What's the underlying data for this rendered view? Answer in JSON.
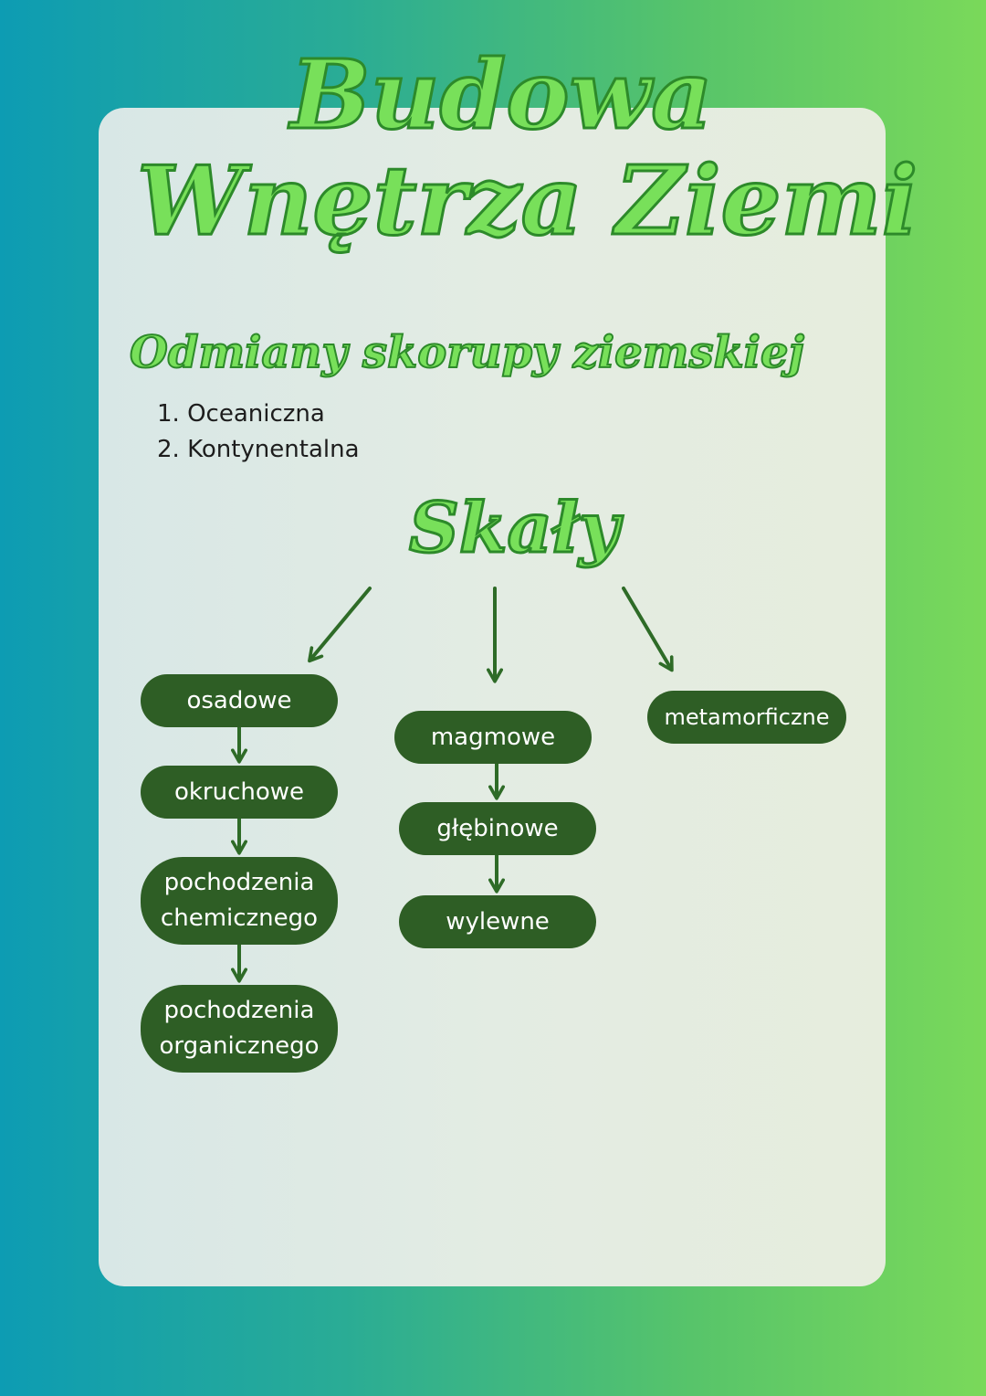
{
  "title": {
    "line1": "Budowa",
    "line2": "Wnętrza Ziemi"
  },
  "crust": {
    "heading": "Odmiany skorupy ziemskiej",
    "items": [
      "1. Oceaniczna",
      "2. Kontynentalna"
    ]
  },
  "rocks": {
    "heading": "Skały",
    "sedimentary": {
      "label": "osadowe",
      "children": [
        "okruchowe",
        "pochodzenia\nchemicznego",
        "pochodzenia\norganicznego"
      ]
    },
    "igneous": {
      "label": "magmowe",
      "children": [
        "głębinowe",
        "wylewne"
      ]
    },
    "metamorphic": {
      "label": "metamorficzne"
    }
  },
  "colors": {
    "background_left": "#0d9cb3",
    "background_right": "#7ad95a",
    "title_fill": "#78e05a",
    "title_outline": "#2d8a2a",
    "node_fill": "#2e5e25",
    "arrow": "#2e6b27"
  }
}
